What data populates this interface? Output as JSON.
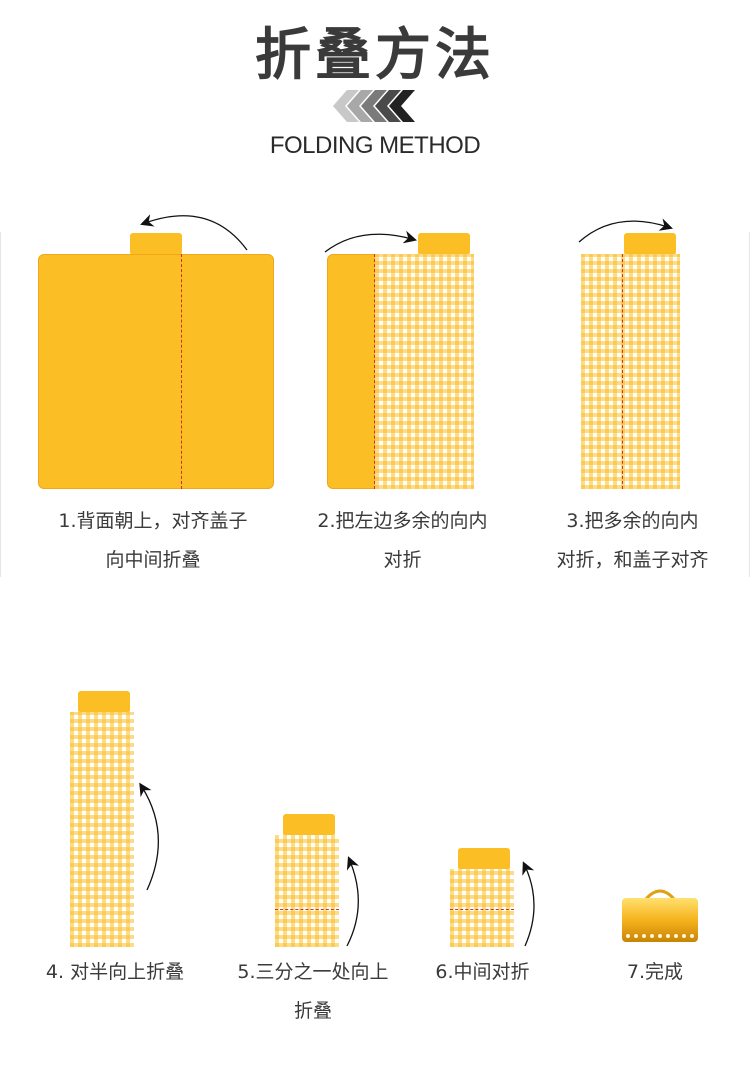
{
  "header": {
    "title": "折叠方法",
    "subtitle": "FOLDING METHOD"
  },
  "colors": {
    "mat_yellow": "#fbbe24",
    "gingham": "#fabe28",
    "fold_line": "#d0302a",
    "chevron_dark": "#222222",
    "chevron_light": "#b8b8b8"
  },
  "steps": [
    {
      "line1": "1.背面朝上，对齐盖子",
      "line2": "向中间折叠"
    },
    {
      "line1": "2.把左边多余的向内",
      "line2": "对折"
    },
    {
      "line1": "3.把多余的向内",
      "line2": "对折，和盖子对齐"
    },
    {
      "line1": "4. 对半向上折叠",
      "line2": ""
    },
    {
      "line1": "5.三分之一处向上",
      "line2": "折叠"
    },
    {
      "line1": "6.中间对折",
      "line2": ""
    },
    {
      "line1": "7.完成",
      "line2": ""
    }
  ]
}
